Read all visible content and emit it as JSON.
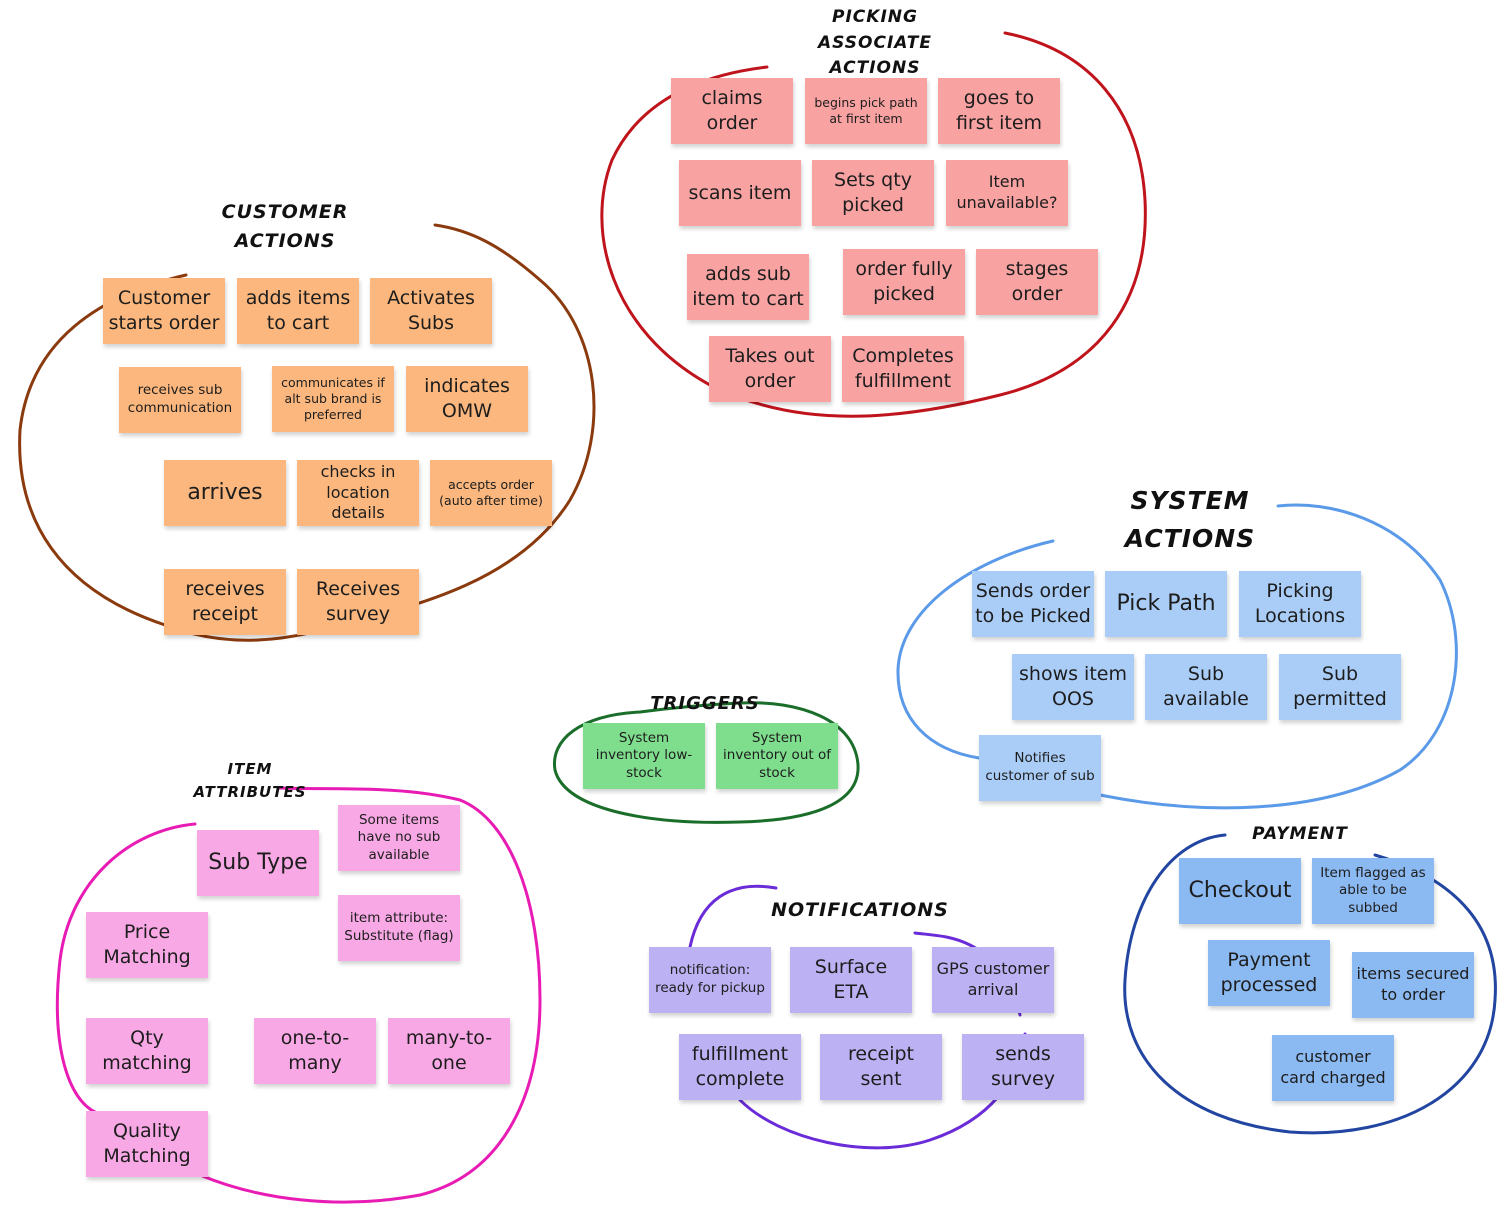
{
  "groups": {
    "picking": {
      "heading": "Picking Associate\nActions",
      "color": "#c0141c",
      "stickies": [
        "claims\norder",
        "begins pick path\nat first item",
        "goes to\nfirst item",
        "scans item",
        "Sets qty\npicked",
        "Item\nunavailable?",
        "adds sub\nitem to cart",
        "order fully\npicked",
        "stages\norder",
        "Takes out\norder",
        "Completes\nfulfillment"
      ]
    },
    "customer": {
      "heading": "Customer\nActions",
      "color": "#8b3a0e",
      "stickies": [
        "Customer\nstarts order",
        "adds items\nto cart",
        "Activates\nSubs",
        "receives sub\ncommunication",
        "communicates if\nalt sub brand is\npreferred",
        "indicates\nOMW",
        "arrives",
        "checks in\nlocation details",
        "accepts order\n(auto after time)",
        "receives\nreceipt",
        "Receives\nsurvey"
      ]
    },
    "system": {
      "heading": "System\nActions",
      "color": "#5a9ae8",
      "stickies": [
        "Sends order\nto be Picked",
        "Pick Path",
        "Picking\nLocations",
        "shows item\nOOS",
        "Sub\navailable",
        "Sub\npermitted",
        "Notifies\ncustomer of sub"
      ]
    },
    "triggers": {
      "heading": "Triggers",
      "color": "#1a6e2a",
      "stickies": [
        "System\ninventory low-\nstock",
        "System\ninventory out of\nstock"
      ]
    },
    "item": {
      "heading": "Item\nAttributes",
      "color": "#e81cb4",
      "stickies": [
        "Sub Type",
        "Some items\nhave no sub\navailable",
        "item attribute:\nSubstitute (flag)",
        "Price\nMatching",
        "Qty\nmatching",
        "one-to-\nmany",
        "many-to-\none",
        "Quality\nMatching"
      ]
    },
    "notifications": {
      "heading": "Notifications",
      "color": "#6a2bd8",
      "stickies": [
        "notification:\nready for pickup",
        "Surface\nETA",
        "GPS customer\narrival",
        "fulfillment\ncomplete",
        "receipt\nsent",
        "sends\nsurvey"
      ]
    },
    "payment": {
      "heading": "Payment",
      "color": "#2145a0",
      "stickies": [
        "Checkout",
        "Item flagged as\nable to be\nsubbed",
        "Payment\nprocessed",
        "items secured\nto order",
        "customer\ncard charged"
      ]
    }
  }
}
